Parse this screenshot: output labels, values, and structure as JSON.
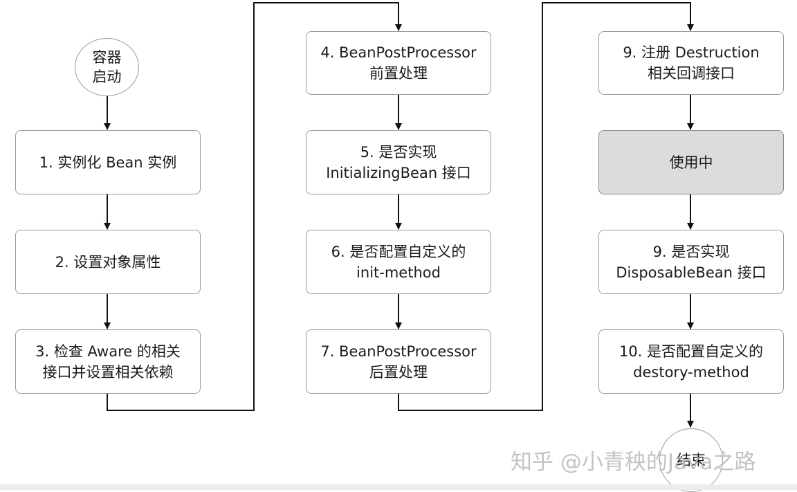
{
  "start": {
    "line1": "容器",
    "line2": "启动"
  },
  "end": {
    "label": "结束"
  },
  "column1": [
    {
      "line1": "1. 实例化 Bean 实例"
    },
    {
      "line1": "2. 设置对象属性"
    },
    {
      "line1": "3. 检查 Aware 的相关",
      "line2": "接口并设置相关依赖"
    }
  ],
  "column2": [
    {
      "line1": "4. BeanPostProcessor",
      "line2": "前置处理"
    },
    {
      "line1": "5. 是否实现",
      "line2": "InitializingBean 接口"
    },
    {
      "line1": "6. 是否配置自定义的",
      "line2": "init-method"
    },
    {
      "line1": "7. BeanPostProcessor",
      "line2": "后置处理"
    }
  ],
  "column3": [
    {
      "line1": "9. 注册 Destruction",
      "line2": "相关回调接口"
    },
    {
      "line1": "使用中"
    },
    {
      "line1": "9. 是否实现",
      "line2": "DisposableBean 接口"
    },
    {
      "line1": "10. 是否配置自定义的",
      "line2": "destory-method"
    }
  ],
  "watermark": "知乎 @小青秧的Java之路"
}
